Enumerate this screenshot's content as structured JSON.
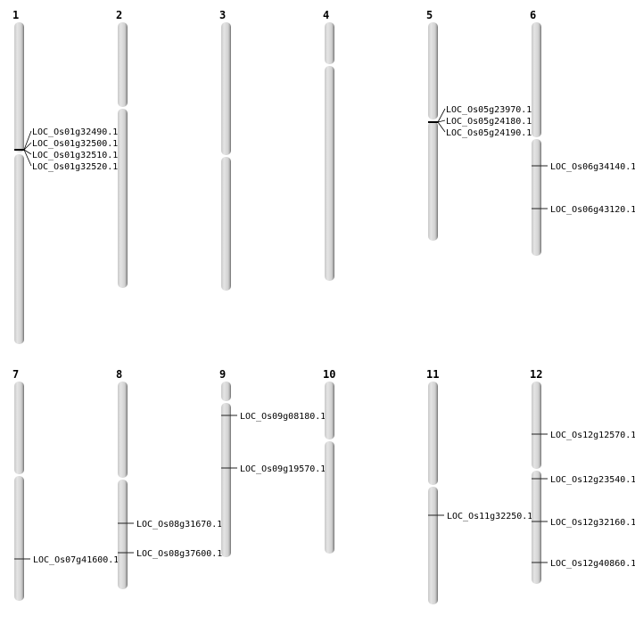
{
  "colors": {
    "chromosome_light": "#e4e4e4",
    "chromosome_shade": "#8f8f8f",
    "marker": "#000000"
  },
  "chromosomes": [
    {
      "name": "1",
      "genes": [
        "LOC_Os01g32490.1",
        "LOC_Os01g32500.1",
        "LOC_Os01g32510.1",
        "LOC_Os01g32520.1"
      ]
    },
    {
      "name": "2",
      "genes": []
    },
    {
      "name": "3",
      "genes": []
    },
    {
      "name": "4",
      "genes": []
    },
    {
      "name": "5",
      "genes": [
        "LOC_Os05g23970.1",
        "LOC_Os05g24180.1",
        "LOC_Os05g24190.1"
      ]
    },
    {
      "name": "6",
      "genes": [
        "LOC_Os06g34140.1",
        "LOC_Os06g43120.1"
      ]
    },
    {
      "name": "7",
      "genes": [
        "LOC_Os07g41600.1"
      ]
    },
    {
      "name": "8",
      "genes": [
        "LOC_Os08g31670.1",
        "LOC_Os08g37600.1"
      ]
    },
    {
      "name": "9",
      "genes": [
        "LOC_Os09g08180.1",
        "LOC_Os09g19570.1"
      ]
    },
    {
      "name": "10",
      "genes": []
    },
    {
      "name": "11",
      "genes": [
        "LOC_Os11g32250.1"
      ]
    },
    {
      "name": "12",
      "genes": [
        "LOC_Os12g12570.1",
        "LOC_Os12g23540.1",
        "LOC_Os12g32160.1",
        "LOC_Os12g40860.1"
      ]
    }
  ]
}
